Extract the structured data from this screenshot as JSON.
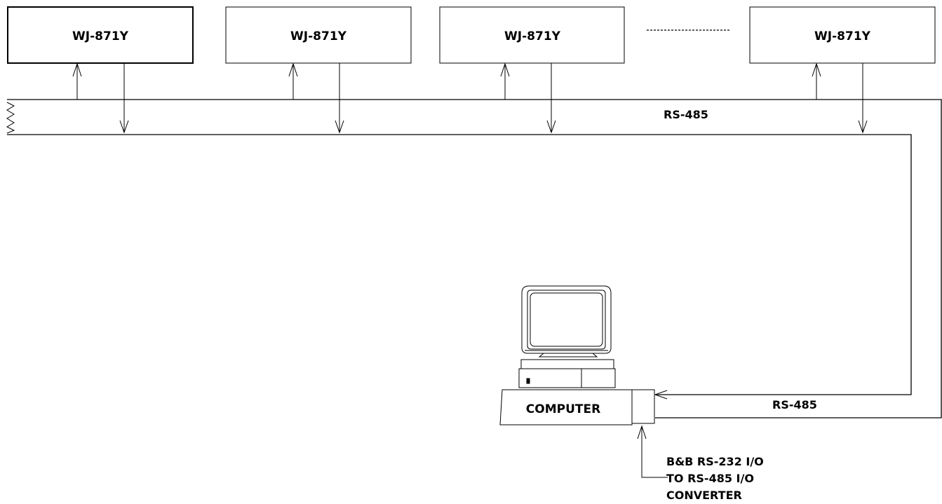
{
  "devices": [
    {
      "label": "WJ-871Y"
    },
    {
      "label": "WJ-871Y"
    },
    {
      "label": "WJ-871Y"
    },
    {
      "label": "WJ-871Y"
    }
  ],
  "bus": {
    "top_label": "RS-485",
    "bottom_label": "RS-485"
  },
  "computer": {
    "label": "COMPUTER"
  },
  "converter": {
    "lines": [
      "B&B RS-232 I/O",
      "TO RS-485 I/O",
      "CONVERTER"
    ]
  }
}
